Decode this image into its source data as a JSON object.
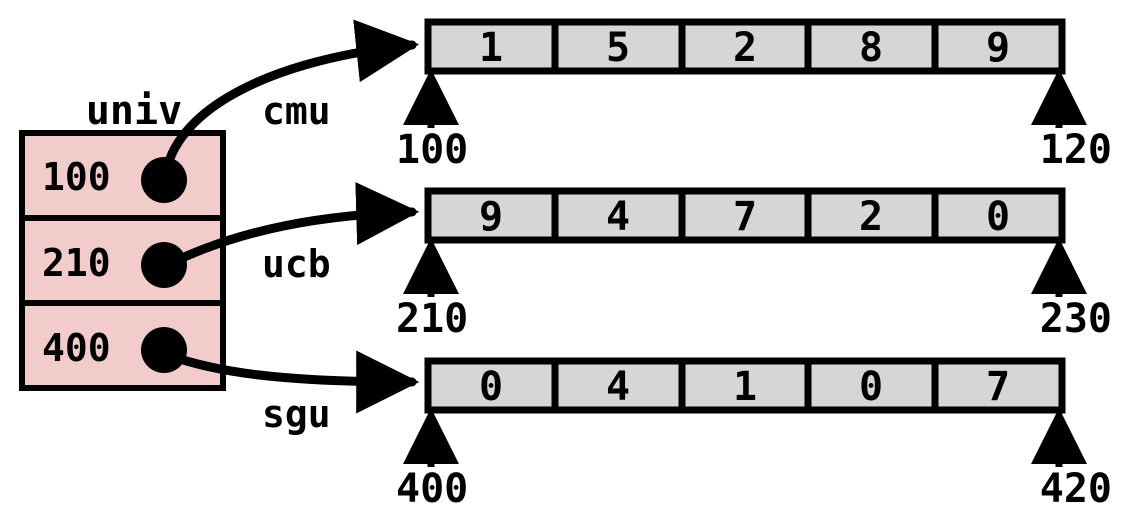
{
  "diagram": {
    "title": "univ",
    "colors": {
      "pointer_table_fill": "#F2CBCB",
      "array_cell_fill": "#D6D6D6",
      "stroke": "#000000",
      "background": "#FFFFFF"
    },
    "pointer_table": {
      "name": "univ",
      "slots": [
        {
          "value": "100",
          "edge_label": "cmu",
          "target_index": 0
        },
        {
          "value": "210",
          "edge_label": "ucb",
          "target_index": 1
        },
        {
          "value": "400",
          "edge_label": "sgu",
          "target_index": 2
        }
      ]
    },
    "arrays": [
      {
        "name": "cmu",
        "cells": [
          "1",
          "5",
          "2",
          "8",
          "9"
        ],
        "start_label": "100",
        "end_label": "120"
      },
      {
        "name": "ucb",
        "cells": [
          "9",
          "4",
          "7",
          "2",
          "0"
        ],
        "start_label": "210",
        "end_label": "230"
      },
      {
        "name": "sgu",
        "cells": [
          "0",
          "4",
          "1",
          "0",
          "7"
        ],
        "start_label": "400",
        "end_label": "420"
      }
    ]
  }
}
